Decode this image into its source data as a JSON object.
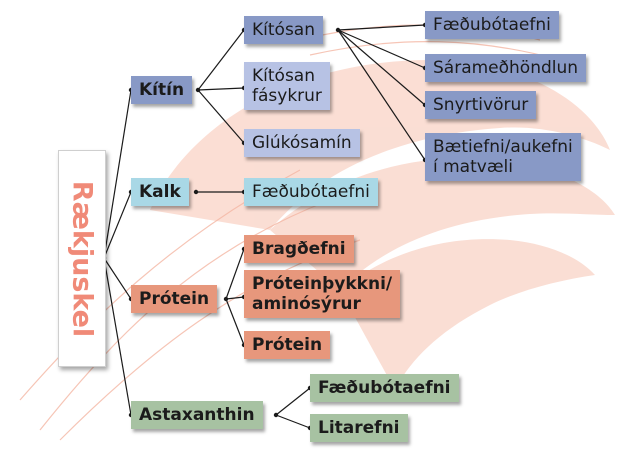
{
  "root": "Rækjuskel",
  "branches": {
    "kitin": {
      "label": "Kítín",
      "kitosan": "Kítósan",
      "kitosan_fasykrur": [
        "Kítósan",
        "fásykrur"
      ],
      "glukosamin": "Glúkósamín",
      "kitosan_uses": {
        "faedubotaefni": "Fæðubótaefni",
        "sarameohondlun": "Sárameðhöndlun",
        "snyrtivorur": "Snyrtivörur",
        "baetiefni": [
          "Bætiefni/aukefni",
          "í matvæli"
        ]
      }
    },
    "kalk": {
      "label": "Kalk",
      "faedubotaefni": "Fæðubótaefni"
    },
    "protein": {
      "label": "Prótein",
      "bragdefni": "Bragðefni",
      "proteinthykkni": [
        "Próteinþykkni/",
        "aminósýrur"
      ],
      "protein_item": "Prótein"
    },
    "astaxanthin": {
      "label": "Astaxanthin",
      "faedubotaefni": "Fæðubótaefni",
      "litarefni": "Litarefni"
    }
  },
  "colors": {
    "kitin": "#8899c6",
    "kitin_children": "#b7c2e4",
    "kalk": "#a9d8e6",
    "protein": "#e7977c",
    "astaxanthin": "#a7c2a2",
    "root_text": "#f08a78"
  },
  "background_image": "shrimp-watermark"
}
